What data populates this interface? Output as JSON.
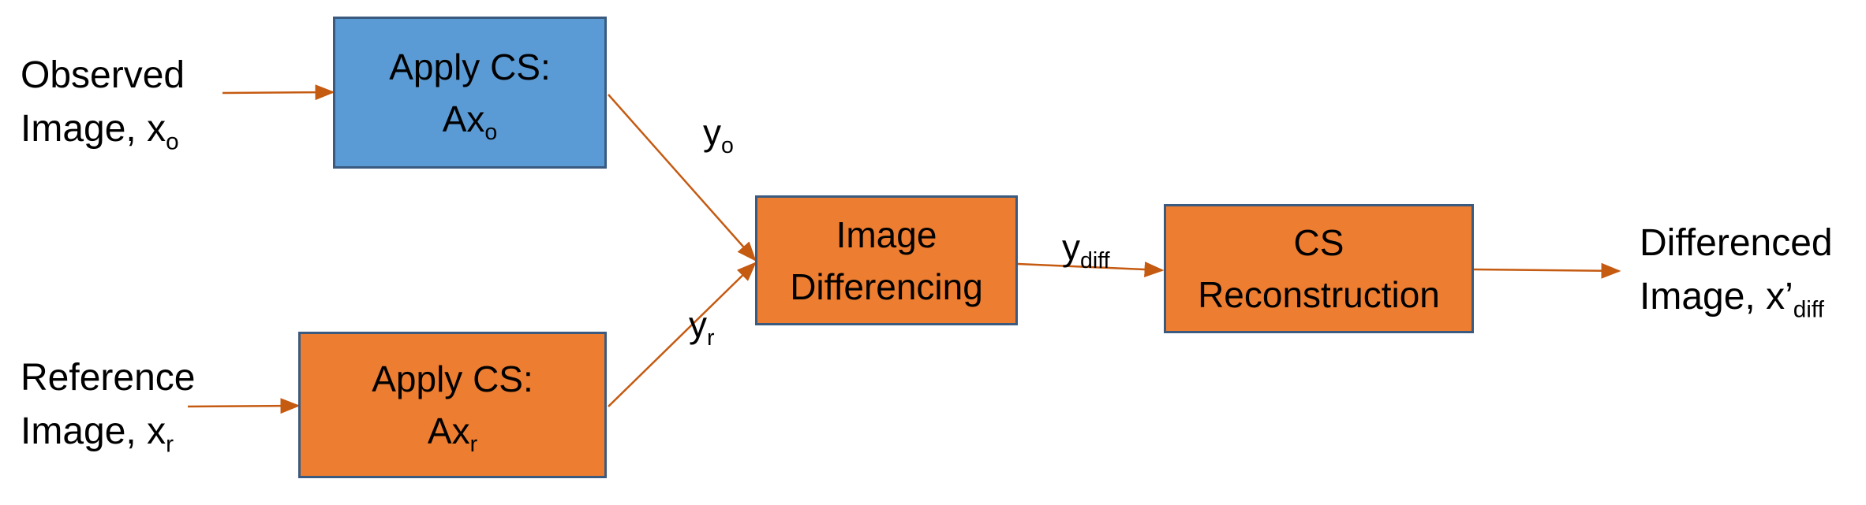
{
  "colors": {
    "blue_box": "#5b9bd5",
    "orange_box": "#ed7d31",
    "arrow": "#c55a11",
    "box_border": "#3a5a80"
  },
  "inputs": {
    "observed": {
      "line1": "Observed",
      "line2_text": "Image, x",
      "line2_sub": "o"
    },
    "reference": {
      "line1": "Reference",
      "line2_text": "Image, x",
      "line2_sub": "r"
    }
  },
  "boxes": {
    "apply_cs_observed": {
      "line1": "Apply CS:",
      "line2_text": "Ax",
      "line2_sub": "o",
      "color": "#5b9bd5"
    },
    "apply_cs_reference": {
      "line1": "Apply CS:",
      "line2_text": "Ax",
      "line2_sub": "r",
      "color": "#ed7d31"
    },
    "image_differencing": {
      "line1": "Image",
      "line2": "Differencing",
      "color": "#ed7d31"
    },
    "cs_reconstruction": {
      "line1": "CS",
      "line2": "Reconstruction",
      "color": "#ed7d31"
    }
  },
  "edge_labels": {
    "y_o": {
      "text": "y",
      "sub": "o"
    },
    "y_r": {
      "text": "y",
      "sub": "r"
    },
    "y_diff": {
      "text": "y",
      "sub": "diff"
    }
  },
  "output": {
    "line1": "Differenced",
    "line2_text": "Image, x’",
    "line2_sub": "diff"
  }
}
